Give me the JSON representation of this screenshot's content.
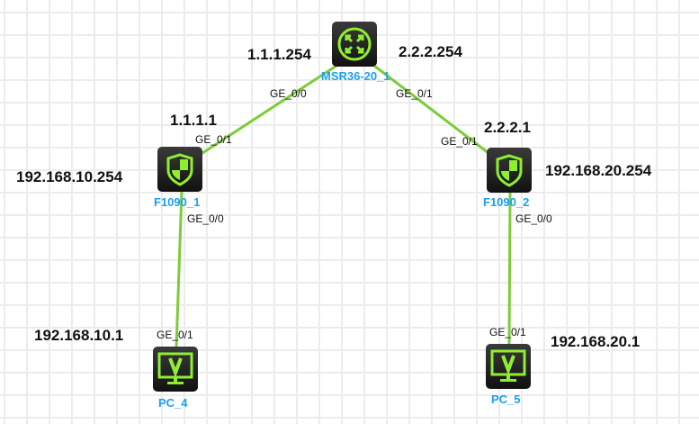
{
  "colors": {
    "link": "#7ccc3a",
    "icon": "#8fef2f",
    "name": "#1aa0f0"
  },
  "devices": {
    "router": {
      "name": "MSR36-20_1",
      "icon": "router-icon"
    },
    "fw1": {
      "name": "F1090_1",
      "icon": "firewall-icon"
    },
    "fw2": {
      "name": "F1090_2",
      "icon": "firewall-icon"
    },
    "pc4": {
      "name": "PC_4",
      "icon": "pc-icon"
    },
    "pc5": {
      "name": "PC_5",
      "icon": "pc-icon"
    }
  },
  "ports": {
    "router_g0": "GE_0/0",
    "router_g1": "GE_0/1",
    "fw1_g1": "GE_0/1",
    "fw1_g0": "GE_0/0",
    "fw2_g1": "GE_0/1",
    "fw2_g0": "GE_0/0",
    "pc4_g1": "GE_0/1",
    "pc5_g1": "GE_0/1"
  },
  "ips": {
    "router_g0": "1.1.1.254",
    "router_g1": "2.2.2.254",
    "fw1_g1": "1.1.1.1",
    "fw1_g0": "192.168.10.254",
    "fw2_g1": "2.2.2.1",
    "fw2_g0": "192.168.20.254",
    "pc4": "192.168.10.1",
    "pc5": "192.168.20.1"
  }
}
